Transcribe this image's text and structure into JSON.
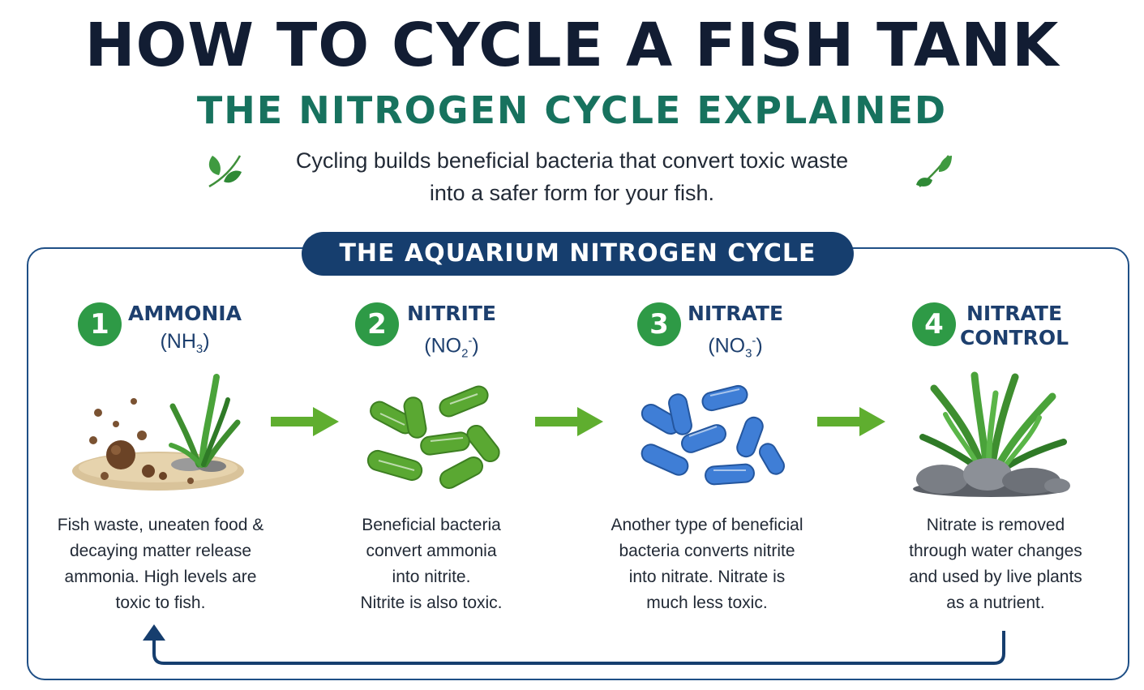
{
  "header": {
    "title": "HOW TO CYCLE A FISH TANK",
    "subtitle": "THE NITROGEN CYCLE EXPLAINED",
    "intro_line1": "Cycling builds beneficial bacteria that convert toxic waste",
    "intro_line2": "into a safer form for your fish."
  },
  "cycle": {
    "banner": "THE AQUARIUM NITROGEN CYCLE",
    "steps": [
      {
        "number": "1",
        "label": "AMMONIA",
        "formula_base": "(NH",
        "formula_sub": "3",
        "formula_sup": "",
        "formula_end": ")",
        "desc": [
          "Fish waste, uneaten food &",
          "decaying matter release",
          "ammonia. High levels are",
          "toxic to fish."
        ],
        "icon": "waste-and-plant-icon"
      },
      {
        "number": "2",
        "label": "NITRITE",
        "formula_base": "(NO",
        "formula_sub": "2",
        "formula_sup": "-",
        "formula_end": ")",
        "desc": [
          "Beneficial bacteria",
          "convert ammonia",
          "into nitrite.",
          "Nitrite is also toxic."
        ],
        "icon": "green-bacteria-icon"
      },
      {
        "number": "3",
        "label": "NITRATE",
        "formula_base": "(NO",
        "formula_sub": "3",
        "formula_sup": "-",
        "formula_end": ")",
        "desc": [
          "Another type of beneficial",
          "bacteria converts nitrite",
          "into nitrate. Nitrate is",
          "much less toxic."
        ],
        "icon": "blue-bacteria-icon"
      },
      {
        "number": "4",
        "label_line1": "NITRATE",
        "label_line2": "CONTROL",
        "desc": [
          "Nitrate is removed",
          "through water changes",
          "and used by live plants",
          "as a nutrient."
        ],
        "icon": "plants-and-rocks-icon"
      }
    ]
  },
  "colors": {
    "title": "#121d33",
    "subtitle": "#17725e",
    "banner": "#163e6e",
    "step_number": "#2e9a46",
    "arrow_green": "#5fae2f",
    "bacteria_green": "#5aa832",
    "bacteria_blue": "#3f7ed6",
    "frame": "#1f4f86"
  }
}
